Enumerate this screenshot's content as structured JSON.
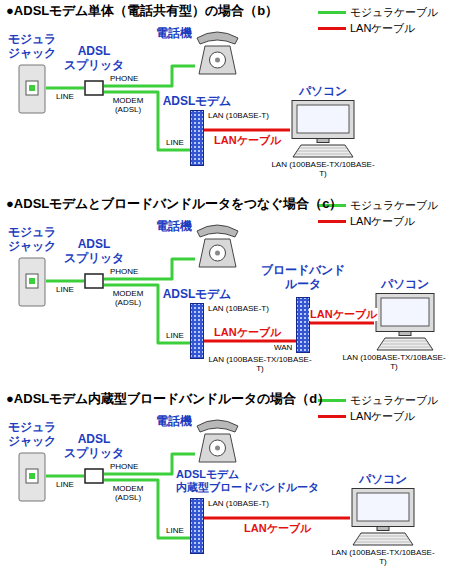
{
  "diagram": {
    "nodes": [
      {
        "text": [
          "●ADSLモデム単体（電話共有型）の場合（b）"
        ]
      },
      {
        "text": [
          "モジュラ ジャック"
        ],
        "in": 0
      },
      {
        "text": [
          "ADSL スプリッタ"
        ],
        "in": 0
      },
      {
        "text": [
          "電話機"
        ],
        "in": 0
      },
      {
        "text": [
          "ADSLモデム"
        ],
        "in": 0
      },
      {
        "text": [
          "パソコン"
        ],
        "in": 0
      },
      {
        "text": [
          "●ADSLモデムとブロードバンドルータをつなぐ場合（c）"
        ]
      },
      {
        "text": [
          "モジュラ ジャック"
        ],
        "in": 6
      },
      {
        "text": [
          "ADSL スプリッタ"
        ],
        "in": 6
      },
      {
        "text": [
          "電話機"
        ],
        "in": 6
      },
      {
        "text": [
          "ADSLモデム"
        ],
        "in": 6
      },
      {
        "text": [
          "ブロードバンド ルータ"
        ],
        "in": 6
      },
      {
        "text": [
          "パソコン"
        ],
        "in": 6
      },
      {
        "text": [
          "●ADSLモデム内蔵型ブロードバンドルータの場合（d）"
        ]
      },
      {
        "text": [
          "モジュラ ジャック"
        ],
        "in": 13
      },
      {
        "text": [
          "ADSL スプリッタ"
        ],
        "in": 13
      },
      {
        "text": [
          "電話機"
        ],
        "in": 13
      },
      {
        "text": [
          "ADSLモデム 内蔵型ブロードバンドルータ"
        ],
        "in": 13
      },
      {
        "text": [
          "パソコン"
        ],
        "in": 13
      }
    ],
    "edges": [
      {
        "from": 1,
        "to": 2,
        "arrow": "none"
      },
      {
        "from": 2,
        "to": 3,
        "arrow": "none"
      },
      {
        "from": 2,
        "to": 4,
        "arrow": "none"
      },
      {
        "from": 4,
        "to": 5,
        "label": "LANケーブル",
        "arrow": "none"
      },
      {
        "from": 7,
        "to": 8,
        "arrow": "none"
      },
      {
        "from": 8,
        "to": 9,
        "arrow": "none"
      },
      {
        "from": 8,
        "to": 10,
        "arrow": "none"
      },
      {
        "from": 10,
        "to": 11,
        "label": "LANケーブル",
        "arrow": "none"
      },
      {
        "from": 11,
        "to": 12,
        "label": "LANケーブル",
        "arrow": "none"
      },
      {
        "from": 14,
        "to": 15,
        "arrow": "none"
      },
      {
        "from": 15,
        "to": 16,
        "arrow": "none"
      },
      {
        "from": 15,
        "to": 17,
        "arrow": "none"
      },
      {
        "from": 17,
        "to": 18,
        "label": "LANケーブル",
        "arrow": "none"
      }
    ],
    "labels": [
      "LINE",
      "PHONE",
      "MODEM (ADSL)",
      "LINE",
      "LAN (10BASE-T)",
      "LAN (100BASE-TX/10BASE-T)",
      "LINE",
      "PHONE",
      "MODEM (ADSL)",
      "LINE",
      "LAN (10BASE-T)",
      "WAN",
      "LAN (100BASE-TX/10BASE-T)",
      "LAN (100BASE-TX/10BASE-T)",
      "LINE",
      "PHONE",
      "MODEM (ADSL)",
      "LINE",
      "LAN (10BASE-T)",
      "LAN (100BASE-TX/10BASE-T)"
    ],
    "legend": [
      {
        "text": "モジュラケーブル"
      },
      {
        "text": "LANケーブル"
      },
      {
        "text": "モジュラケーブル"
      },
      {
        "text": "LANケーブル"
      },
      {
        "text": "モジュラケーブル"
      },
      {
        "text": "LANケーブル"
      }
    ]
  }
}
